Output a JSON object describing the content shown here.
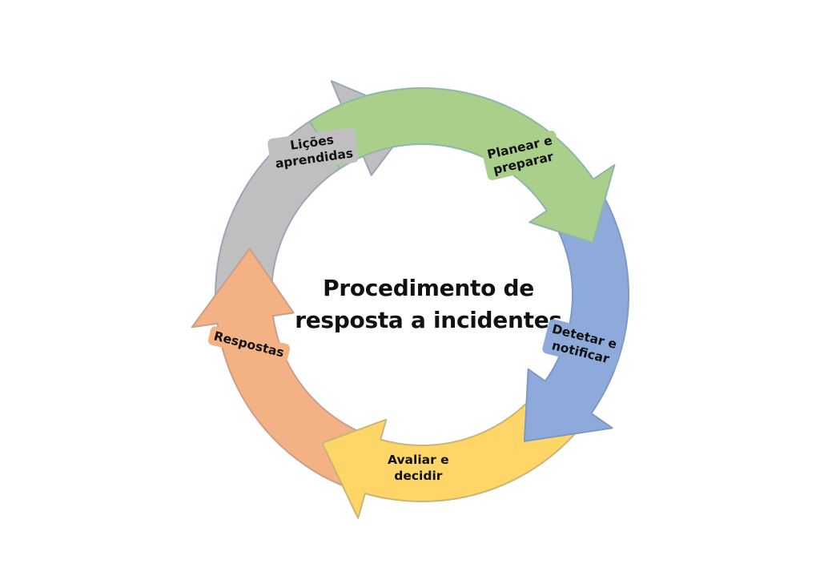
{
  "diagram": {
    "title_lines": [
      "Procedimento de",
      "resposta a incidentes"
    ],
    "stages": [
      {
        "lines": [
          "Planear e",
          "preparar"
        ],
        "fill": "#a9cf8a",
        "stroke": "#8fb6a6"
      },
      {
        "lines": [
          "Detetar e",
          "notificar"
        ],
        "fill": "#8eaadb",
        "stroke": "#7d98c4"
      },
      {
        "lines": [
          "Avaliar e",
          "decidir"
        ],
        "fill": "#fdd667",
        "stroke": "#c9b577"
      },
      {
        "lines": [
          "Respostas"
        ],
        "fill": "#f4b183",
        "stroke": "#c99e8a"
      },
      {
        "lines": [
          "Lições",
          "aprendidas"
        ],
        "fill": "#bfbfbf",
        "stroke": "#9aa7b8"
      }
    ]
  }
}
